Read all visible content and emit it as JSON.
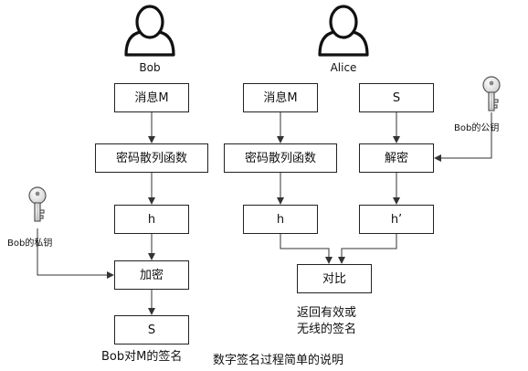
{
  "people": [
    {
      "id": "bob",
      "name": "Bob"
    },
    {
      "id": "alice",
      "name": "Alice"
    }
  ],
  "bob_column": {
    "message": "消息M",
    "hash": "密码散列函数",
    "digest": "h",
    "encrypt": "加密",
    "signature": "S"
  },
  "alice_column": {
    "message": "消息M",
    "hash": "密码散列函数",
    "digest": "h"
  },
  "verify_column": {
    "signature": "S",
    "decrypt": "解密",
    "digest": "h’"
  },
  "compare": "对比",
  "keys": {
    "private": "Bob的私钥",
    "public": "Bob的公钥"
  },
  "result": {
    "line1": "返回有效或",
    "line2": "无线的签名"
  },
  "captions": {
    "signature_output": "Bob对M的签名",
    "diagram_title": "数字签名过程简单的说明"
  }
}
